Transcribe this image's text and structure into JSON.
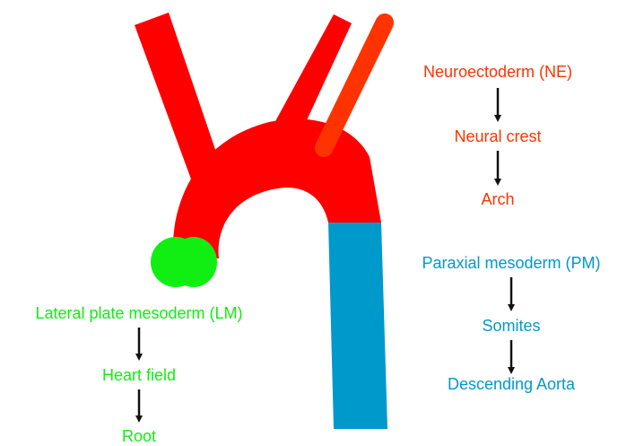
{
  "colors": {
    "ne": "#ff3300",
    "arch": "#ff0000",
    "lm": "#11ee11",
    "pm": "#0099cc",
    "arrow": "#111111"
  },
  "ne_flow": {
    "step1": "Neuroectoderm (NE)",
    "step2": "Neural crest",
    "step3": "Arch"
  },
  "lm_flow": {
    "step1": "Lateral plate mesoderm (LM)",
    "step2": "Heart field",
    "step3": "Root"
  },
  "pm_flow": {
    "step1": "Paraxial mesoderm (PM)",
    "step2": "Somites",
    "step3": "Descending Aorta"
  }
}
